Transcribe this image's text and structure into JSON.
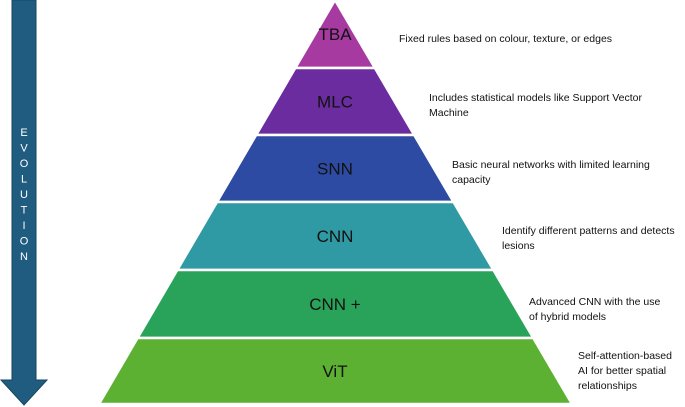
{
  "arrow": {
    "label": "EVOLUTION",
    "color": "#1f5c80",
    "border_color": "#16465f"
  },
  "tiers": [
    {
      "label": "TBA",
      "description": "Fixed rules based on colour, texture, or edges",
      "color": "#a63aa0"
    },
    {
      "label": "MLC",
      "description": "Includes statistical models like Support Vector Machine",
      "color": "#6a2c9e"
    },
    {
      "label": "SNN",
      "description": "Basic neural networks with limited learning capacity",
      "color": "#2d4ba3"
    },
    {
      "label": "CNN",
      "description": "Identify different patterns and detects lesions",
      "color": "#2f9aa3"
    },
    {
      "label": "CNN +",
      "description": "Advanced CNN with the use of hybrid models",
      "color": "#2aa35a"
    },
    {
      "label": "ViT",
      "description": "Self-attention-based AI for better spatial relationships",
      "color": "#5cb133"
    }
  ]
}
